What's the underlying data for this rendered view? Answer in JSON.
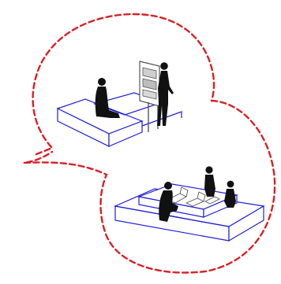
{
  "diagram": {
    "colors": {
      "background": "#ffffff",
      "callout_outline": "#d91f26",
      "platform_outline": "#1f1fd6",
      "figure_fill": "#111111",
      "panel_outline": "#555555"
    },
    "scenes": [
      {
        "name": "individual-study-scene",
        "elements": [
          "low-platform",
          "seated-person",
          "standing-person",
          "display-board"
        ]
      },
      {
        "name": "group-work-scene",
        "elements": [
          "stepped-platform",
          "seated-person",
          "standing-person",
          "laptops"
        ]
      }
    ]
  }
}
